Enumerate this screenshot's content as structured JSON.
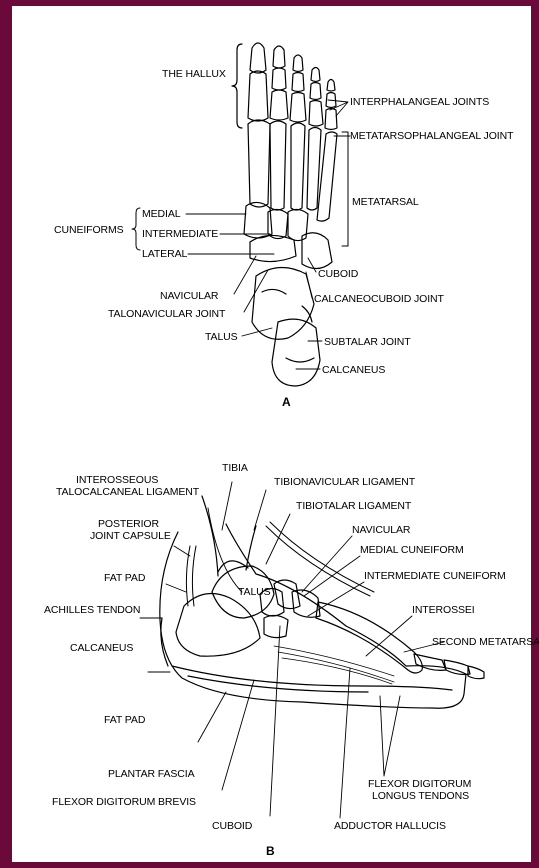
{
  "panel_a": {
    "letter": "A",
    "labels": {
      "hallux": "THE HALLUX",
      "interphalangeal": "INTERPHALANGEAL JOINTS",
      "metatarsophalangeal": "METATARSOPHALANGEAL JOINT",
      "metatarsal": "METATARSAL",
      "cuneiforms": "CUNEIFORMS",
      "medial": "MEDIAL",
      "intermediate": "INTERMEDIATE",
      "lateral": "LATERAL",
      "cuboid": "CUBOID",
      "navicular": "NAVICULAR",
      "calcaneocuboid": "CALCANEOCUBOID JOINT",
      "talonavicular": "TALONAVICULAR JOINT",
      "talus": "TALUS",
      "subtalar": "SUBTALAR JOINT",
      "calcaneus": "CALCANEUS"
    }
  },
  "panel_b": {
    "letter": "B",
    "labels": {
      "interosseous_1": "INTEROSSEOUS",
      "interosseous_2": "TALOCALCANEAL LIGAMENT",
      "tibia": "TIBIA",
      "tibionavicular": "TIBIONAVICULAR LIGAMENT",
      "tibiotalar": "TIBIOTALAR LIGAMENT",
      "posterior_1": "POSTERIOR",
      "posterior_2": "JOINT CAPSULE",
      "navicular": "NAVICULAR",
      "medial_cuneiform": "MEDIAL CUNEIFORM",
      "fat_pad_top": "FAT PAD",
      "intermediate_cuneiform": "INTERMEDIATE CUNEIFORM",
      "talus": "TALUS",
      "achilles": "ACHILLES TENDON",
      "interossei": "INTEROSSEI",
      "second_metatarsal": "SECOND METATARSAL",
      "calcaneus": "CALCANEUS",
      "fat_pad_bottom": "FAT PAD",
      "plantar_fascia": "PLANTAR FASCIA",
      "fdl_1": "FLEXOR DIGITORUM",
      "fdl_2": "LONGUS TENDONS",
      "fdb": "FLEXOR DIGITORUM BREVIS",
      "cuboid": "CUBOID",
      "adductor": "ADDUCTOR HALLUCIS"
    }
  }
}
